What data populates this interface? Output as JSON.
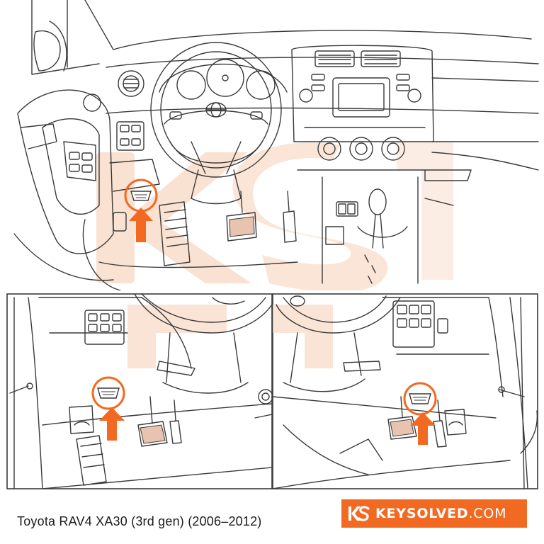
{
  "caption": {
    "vehicle": "Toyota RAV4 XA30 (3rd gen) (2006–2012)"
  },
  "brand": {
    "name": "KEYSOLVED",
    "domain": ".COM",
    "logo_icon": "ks-monogram-icon",
    "color": "#f26a22"
  },
  "panels": {
    "main": {
      "pointer_icon": "up-arrow-icon",
      "target_icon": "obd-port-icon"
    },
    "lower_left": {
      "pointer_icon": "up-arrow-icon",
      "target_icon": "obd-port-icon"
    },
    "lower_right": {
      "pointer_icon": "up-arrow-icon",
      "target_icon": "obd-port-icon"
    }
  },
  "colors": {
    "accent": "#f26a22",
    "line": "#3a3a3a",
    "watermark": "#f8d9c4"
  }
}
